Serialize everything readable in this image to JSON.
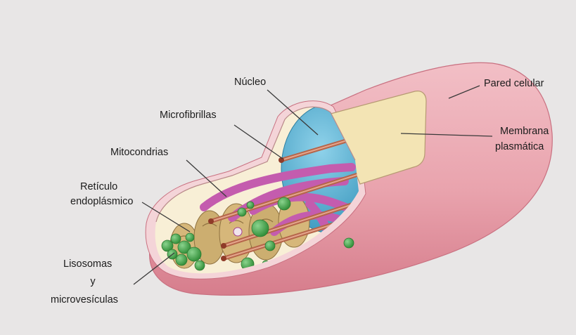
{
  "labels": {
    "nucleo": "Núcleo",
    "microfibrillas": "Microfibrillas",
    "mitocondrias": "Mitocondrias",
    "reticulo_line1": "Retículo",
    "reticulo_line2": "endoplásmico",
    "lisosomas_line1": "Lisosomas",
    "lisosomas_line2": "y",
    "lisosomas_line3": "microvesículas",
    "pared": "Pared celular",
    "membrana_line1": "Membrana",
    "membrana_line2": "plasmática"
  },
  "colors": {
    "background": "#e8e6e6",
    "cell_wall": "#e9a3ad",
    "cell_wall_dark": "#d8808f",
    "plasma_membrane": "#f3e4b4",
    "nucleus": "#57b3d4",
    "mitochondria": "#c45cae",
    "microfibrils": "#b5654a",
    "vesicles": "#47ad4d",
    "endoplasmic_reticulum": "#ccae70"
  }
}
